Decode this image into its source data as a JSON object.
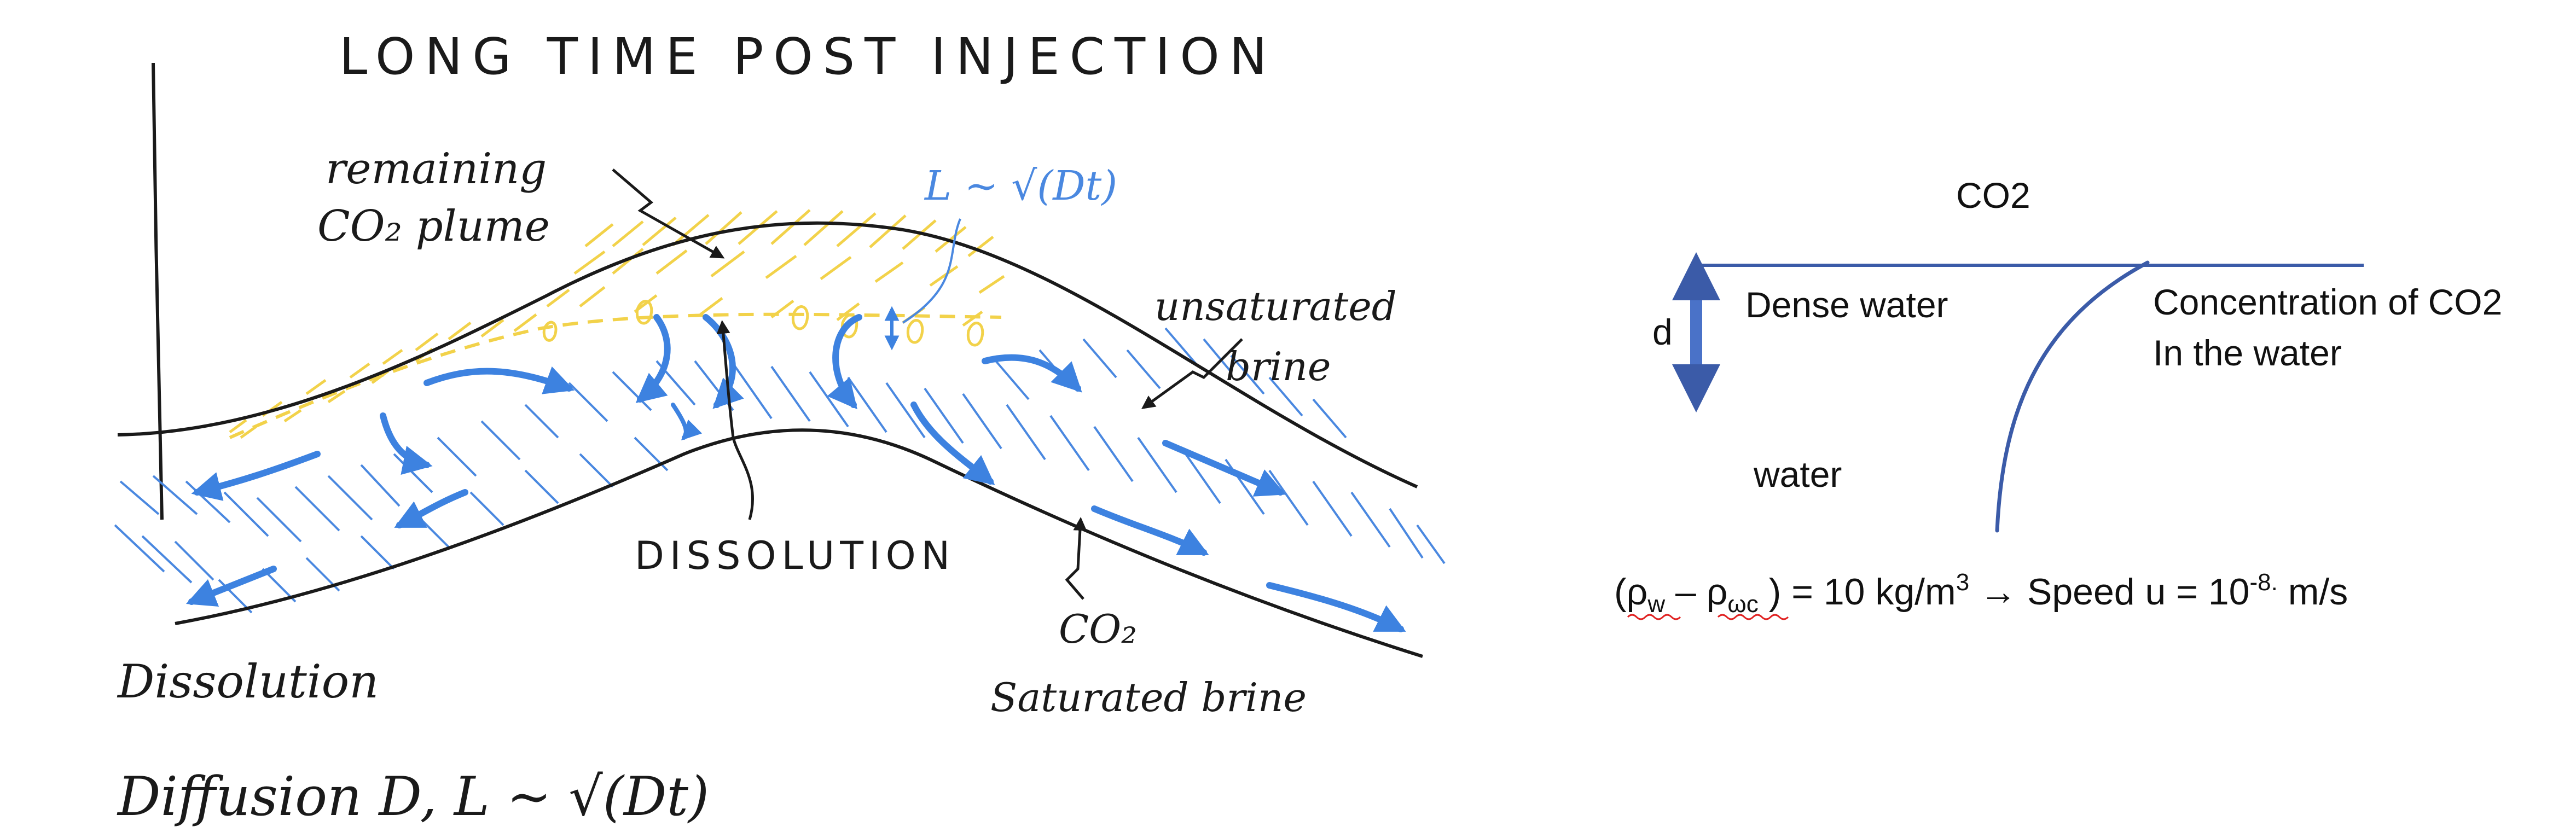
{
  "sketch": {
    "title": "LONG TIME   POST   INJECTION",
    "label_remaining_line1": "remaining",
    "label_remaining_line2": "CO₂ plume",
    "label_diffusion_blue": "L ~ √(Dt)",
    "label_unsaturated_line1": "unsaturated",
    "label_unsaturated_line2": "brine",
    "label_dissolution_caps": "DISSOLUTION",
    "label_co2_saturated_line1": "CO₂",
    "label_co2_saturated_line2": "Saturated brine",
    "note_line1": "Dissolution",
    "note_line2": "Diffusion D,  L ~ √(Dt)"
  },
  "schematic": {
    "top_label": "CO2",
    "depth_label": "d",
    "dense_water": "Dense water",
    "concentration_line1": "Concentration of CO2",
    "concentration_line2": "In the water",
    "water": "water",
    "formula": {
      "open_paren": "(",
      "rho_w": "ρ",
      "rho_w_sub": "w",
      "minus": " – ",
      "rho_wc": "ρ",
      "rho_wc_sub": "ωc",
      "middle": " ) = 10 kg/m",
      "cube": "3",
      "arrow": " → ",
      "speed": "Speed u = 10",
      "exponent": "-8.",
      "unit": " m/s"
    }
  },
  "colors": {
    "ink": "#1a1a1a",
    "blue_flow": "#3d82e0",
    "yellow_co2": "#f2d24a",
    "schematic_line": "#3b5ba8",
    "spellcheck": "#e02020"
  }
}
